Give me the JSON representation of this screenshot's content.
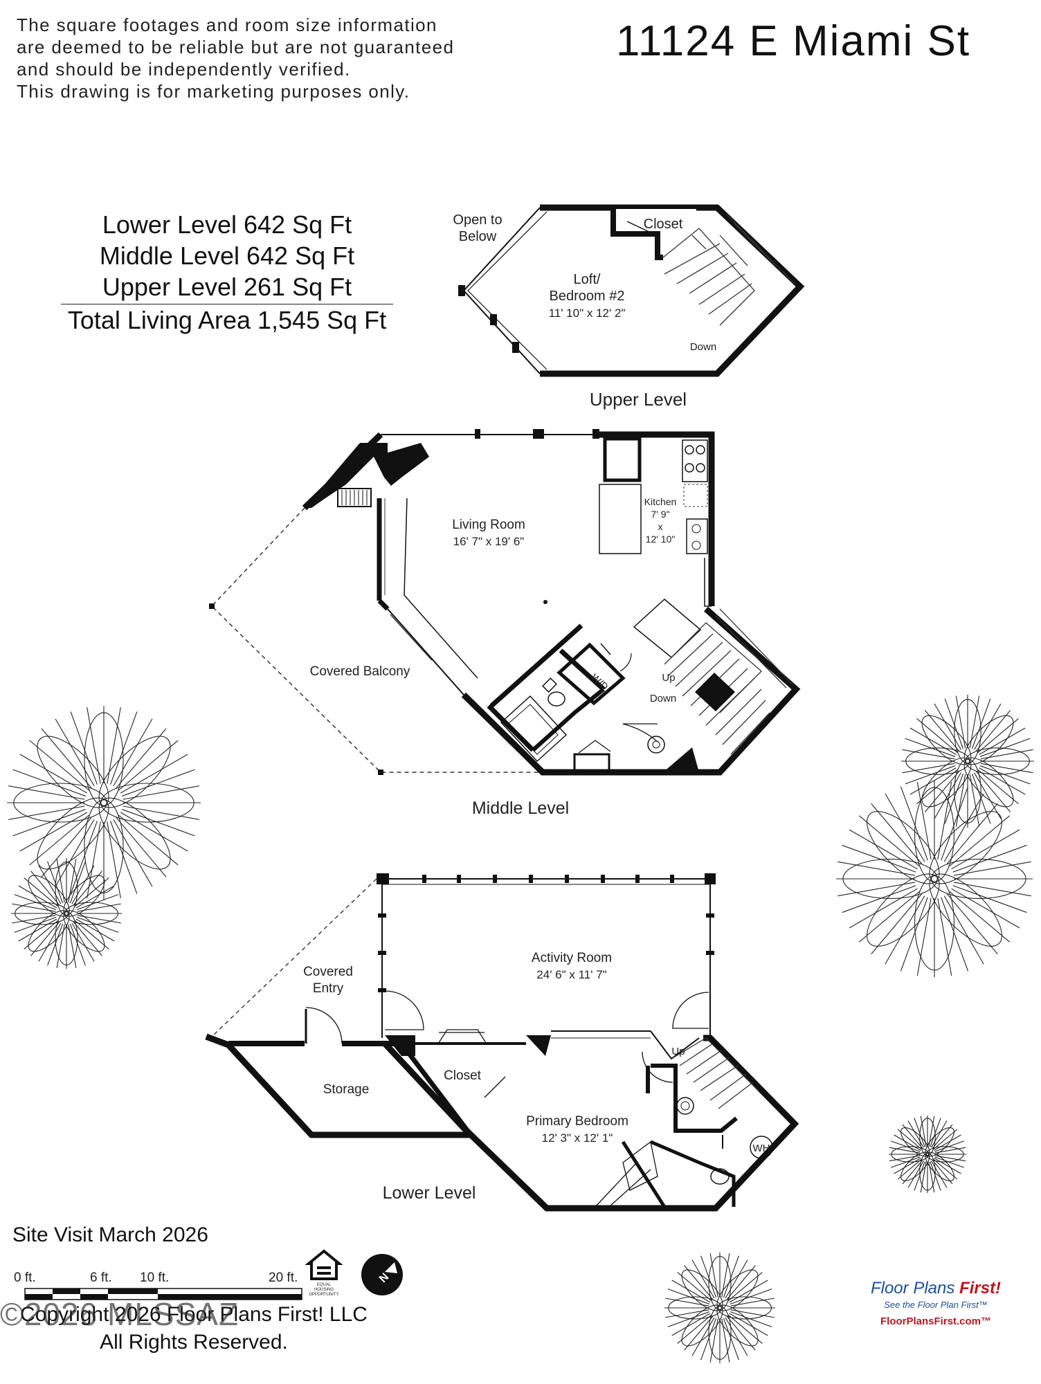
{
  "disclaimer": {
    "line1": "The square footages and room size information",
    "line2": "are deemed to be reliable but are not guaranteed",
    "line3": "and should be independently verified.",
    "line4": "This drawing is for marketing purposes only."
  },
  "address": "11124 E Miami St",
  "areas": {
    "lower": "Lower Level 642 Sq Ft",
    "middle": "Middle Level 642 Sq Ft",
    "upper": "Upper Level 261 Sq Ft",
    "total": "Total Living Area 1,545 Sq Ft"
  },
  "upper_level": {
    "label": "Upper Level",
    "open_to_1": "Open to",
    "open_to_2": "Below",
    "closet": "Closet",
    "loft_1": "Loft/",
    "loft_2": "Bedroom #2",
    "loft_size": "11' 10\" x 12' 2\"",
    "down": "Down"
  },
  "middle_level": {
    "label": "Middle Level",
    "living": "Living Room",
    "living_size": "16' 7\" x 19' 6\"",
    "kitchen": "Kitchen",
    "kitchen_w": "7' 9\"",
    "kitchen_x": "x",
    "kitchen_l": "12' 10\"",
    "balcony": "Covered Balcony",
    "wd": "W/D",
    "up": "Up",
    "down": "Down"
  },
  "lower_level": {
    "label": "Lower Level",
    "activity": "Activity Room",
    "activity_size": "24' 6\" x 11' 7\"",
    "covered_1": "Covered",
    "covered_2": "Entry",
    "storage": "Storage",
    "closet": "Closet",
    "primary": "Primary Bedroom",
    "primary_size": "12' 3\" x 12' 1\"",
    "up": "Up",
    "wh": "WH"
  },
  "site_visit": "Site Visit March 2026",
  "scale": {
    "t0": "0 ft.",
    "t6": "6 ft.",
    "t10": "10 ft.",
    "t20": "20 ft."
  },
  "equal_housing_1": "EQUAL",
  "equal_housing_2": "HOUSING",
  "equal_housing_3": "OPPORTUNITY",
  "north": "N",
  "copyright_1": "Copyright 2026 Floor Plans First! LLC",
  "copyright_2": "All Rights Reserved.",
  "watermark": "©2026 MLSSAZ",
  "brand": {
    "name_a": "Floor Plans ",
    "name_b": "First!",
    "tagline": "See the Floor Plan First™",
    "url": "FloorPlansFirst.com™"
  }
}
